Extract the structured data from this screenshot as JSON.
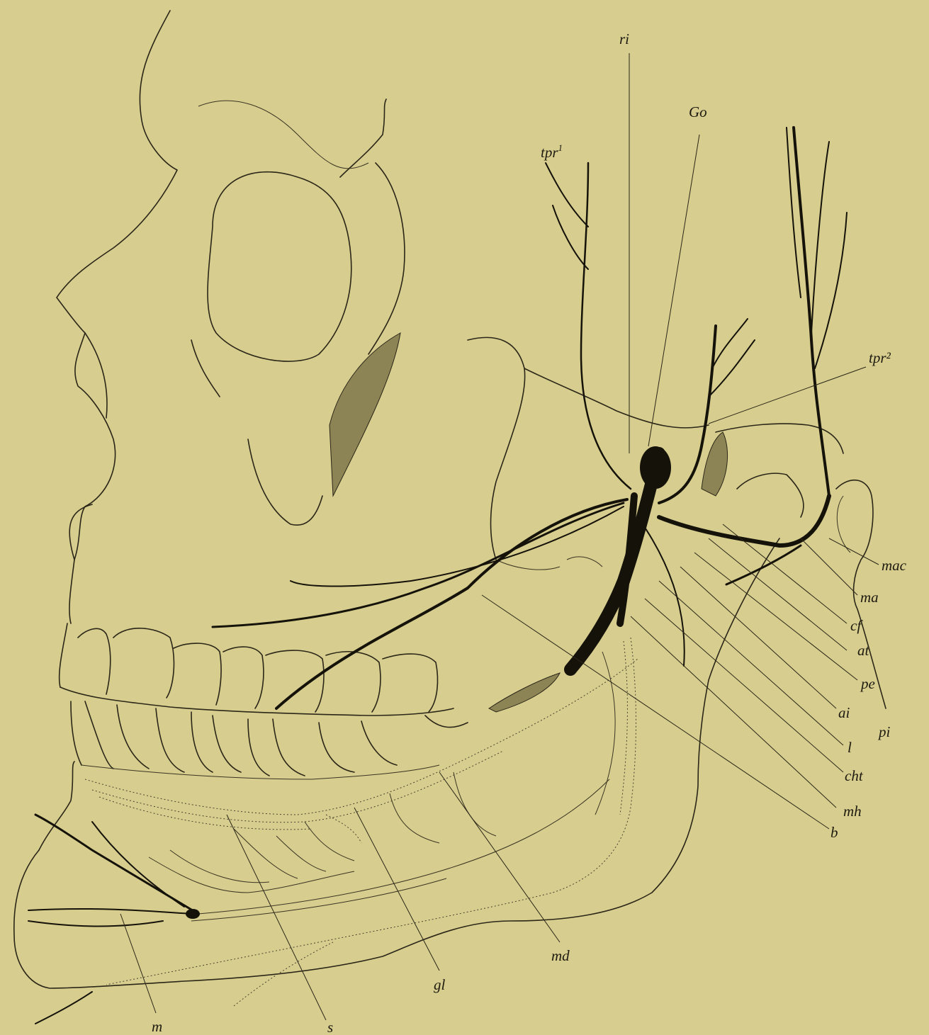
{
  "labels": {
    "ri": "ri",
    "Go": "Go",
    "tpr1": "tpr",
    "tpr1_sup": "1",
    "tpr2": "tpr²",
    "mac": "mac",
    "ma": "ma",
    "cf": "cf",
    "at": "at",
    "pe": "pe",
    "ai": "ai",
    "pi": "pi",
    "l": "l",
    "cht": "cht",
    "mh": "mh",
    "b": "b",
    "md": "md",
    "gl": "gl",
    "s": "s",
    "m": "m"
  },
  "colors": {
    "paper": "#d6cd8e",
    "ink": "#15120a"
  }
}
